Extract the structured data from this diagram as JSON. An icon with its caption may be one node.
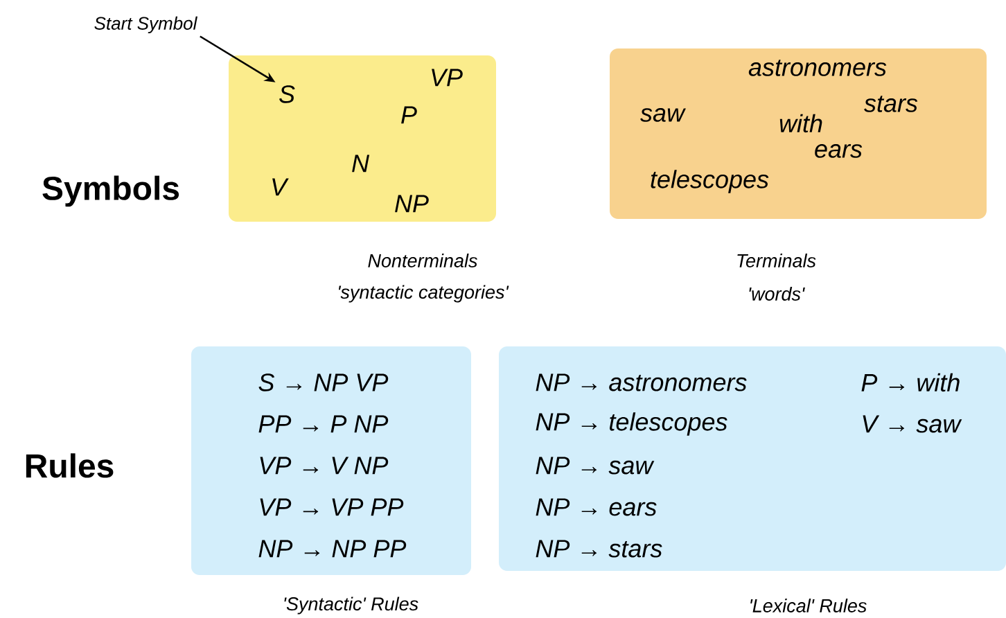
{
  "diagram": {
    "nodes": [
      {
        "text": [
          "Start Symbol"
        ]
      },
      {
        "text": [
          "VP",
          "P",
          "N",
          "V",
          "NP"
        ],
        "beside": [
          "Nonterminals",
          "'syntactic categories'"
        ]
      },
      {
        "text": [
          "S"
        ],
        "in": 1
      },
      {
        "text": [
          "astronomers",
          "stars",
          "saw",
          "with",
          "ears",
          "telescopes"
        ],
        "beside": [
          "Terminals",
          "'words'"
        ]
      },
      {
        "text": [
          "S → NP VP",
          "PP → P NP",
          "VP → V NP",
          "VP → VP PP",
          "NP → NP PP"
        ],
        "beside": [
          "'Syntactic' Rules"
        ]
      },
      {
        "text": [
          "NP → astronomers",
          "P → with",
          "NP → telescopes",
          "V → saw",
          "NP → saw",
          "NP → ears",
          "NP → stars"
        ],
        "beside": [
          "'Lexical' Rules"
        ]
      }
    ],
    "edges": [
      {
        "from": 0,
        "to": 2,
        "arrow": "to"
      }
    ],
    "labels": [
      "Symbols",
      "Rules"
    ]
  }
}
